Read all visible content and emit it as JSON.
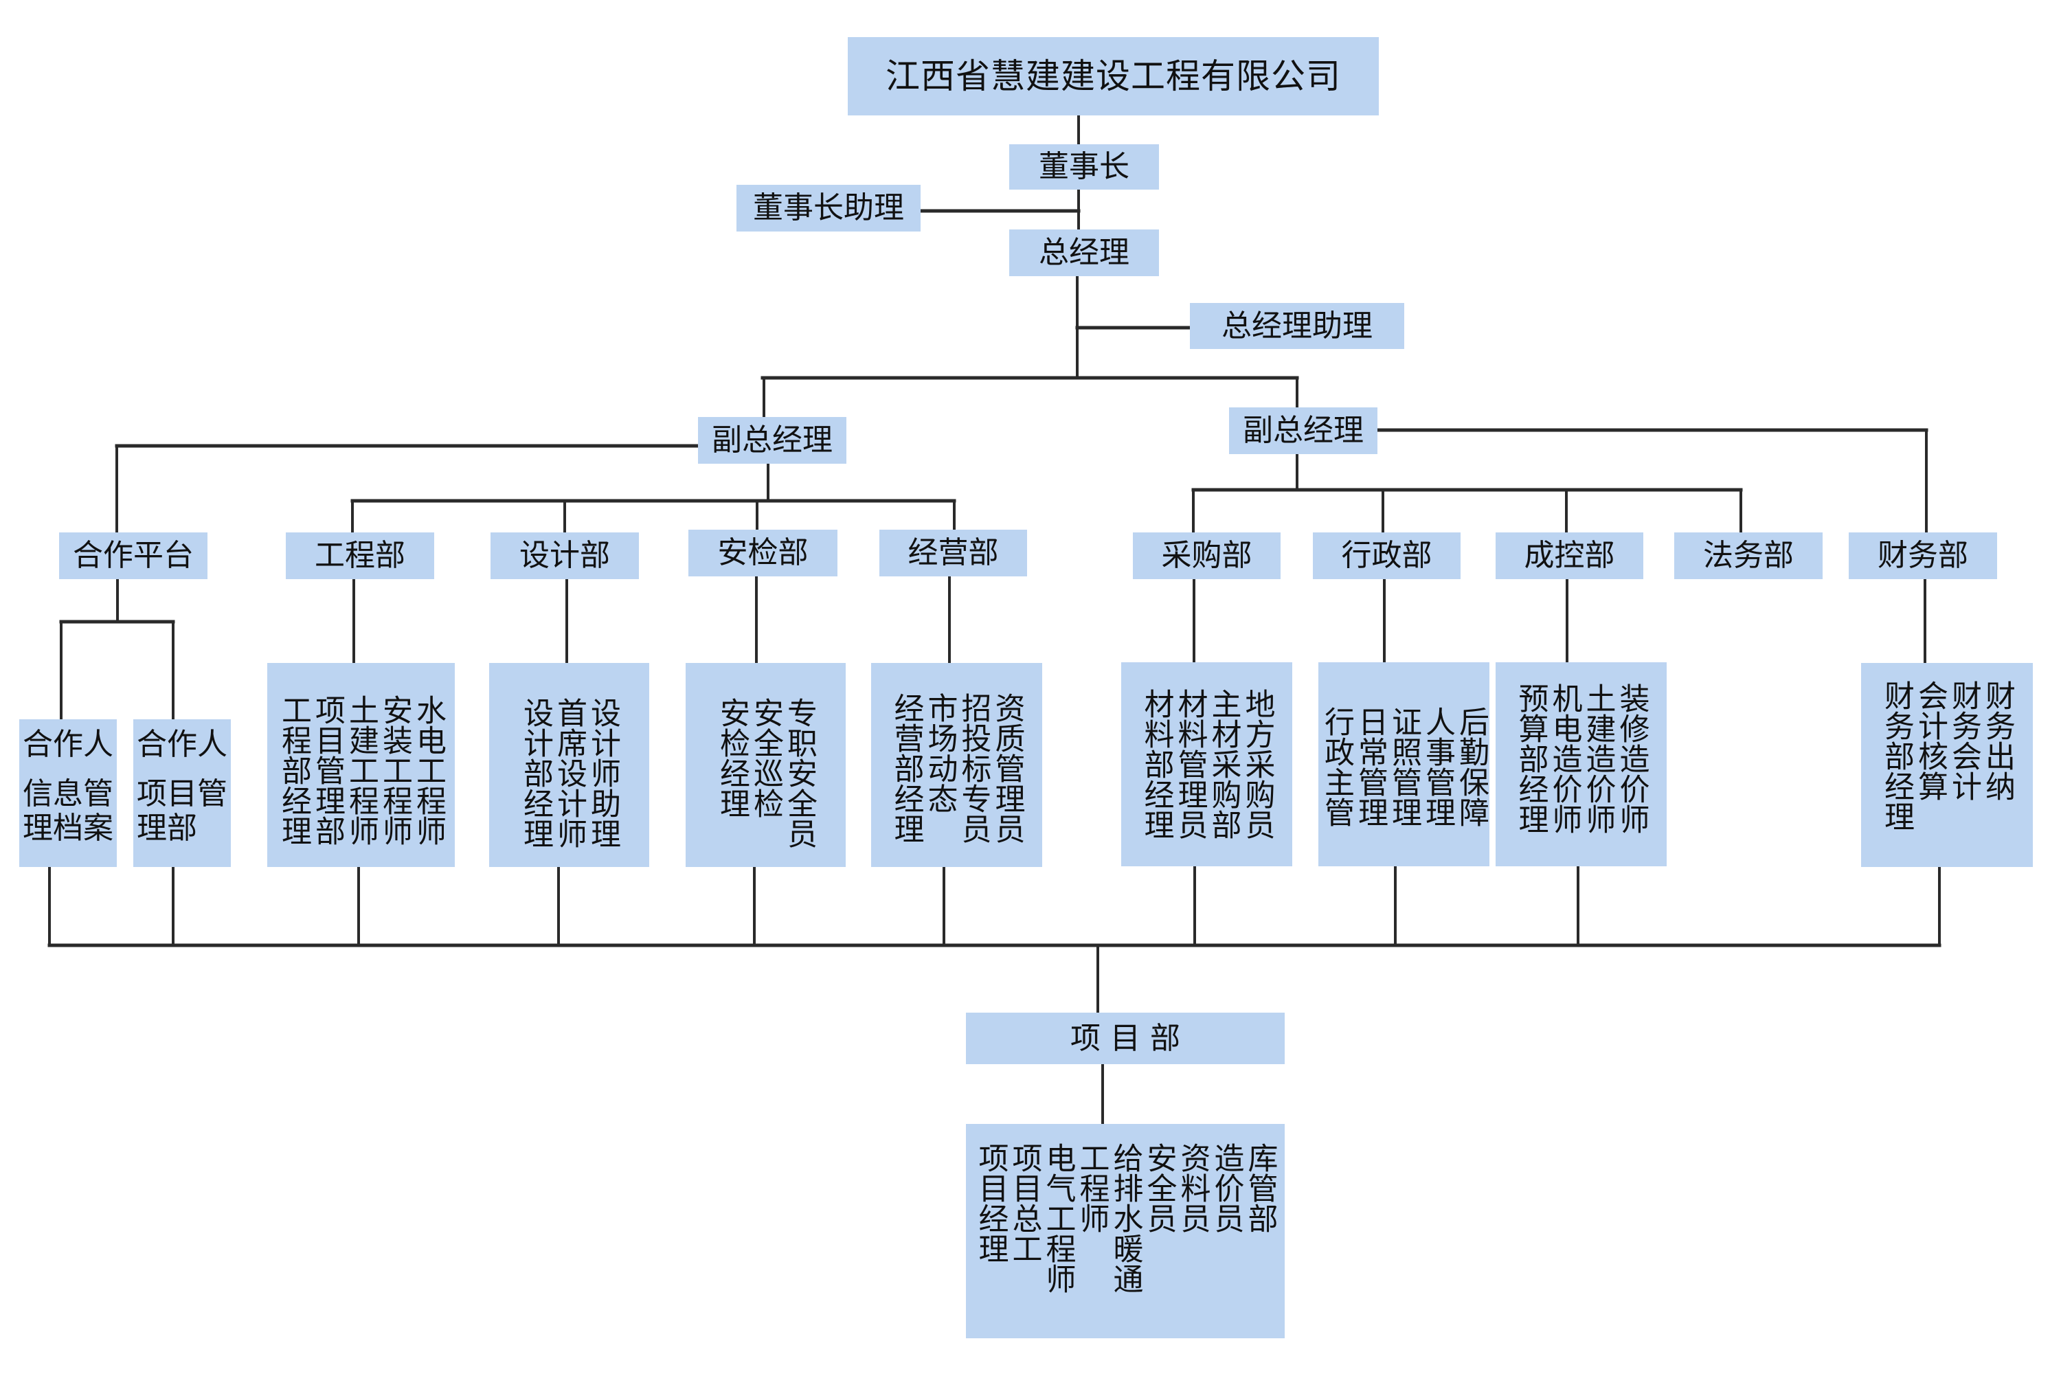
{
  "company": {
    "name": "江西省慧建建设工程有限公司"
  },
  "executives": {
    "chairman": "董事长",
    "chairman_assistant": "董事长助理",
    "general_manager": "总经理",
    "general_manager_assistant": "总经理助理",
    "deputy_general_managers": [
      "副总经理",
      "副总经理"
    ]
  },
  "departments": [
    {
      "name": "合作平台",
      "units": [
        {
          "label": "合作人",
          "text": "信息管理档案"
        },
        {
          "label": "合作人",
          "text": "项目管理部"
        }
      ]
    },
    {
      "name": "工程部",
      "roles": [
        "工程部经理",
        "项目管理部",
        "土建工程师",
        "安装工程师",
        "水电工程师"
      ]
    },
    {
      "name": "设计部",
      "roles": [
        "设计部经理",
        "首席设计师",
        "设计师助理"
      ]
    },
    {
      "name": "安检部",
      "roles": [
        "安检经理",
        "安全巡检",
        "专职安全员"
      ]
    },
    {
      "name": "经营部",
      "roles": [
        "经营部经理",
        "市场动态",
        "招投标专员",
        "资质管理员"
      ]
    },
    {
      "name": "采购部",
      "roles": [
        "材料部经理",
        "材料管理员",
        "主材采购部",
        "地方采购员"
      ]
    },
    {
      "name": "行政部",
      "roles": [
        "行政主管",
        "日常管理",
        "证照管理",
        "人事管理",
        "后勤保障"
      ]
    },
    {
      "name": "成控部",
      "roles": [
        "预算部经理",
        "机电造价师",
        "土建造价师",
        "装修造价师"
      ]
    },
    {
      "name": "法务部",
      "roles": []
    },
    {
      "name": "财务部",
      "roles": [
        "财务部经理",
        "会计核算",
        "财务会计",
        "财务出纳"
      ]
    }
  ],
  "project_department": {
    "name": "项 目 部",
    "roles": [
      "项目经理",
      "项目总工",
      "电气工程师",
      "工程师",
      "给排水暖通",
      "安全员",
      "资料员",
      "造价员",
      "库管部"
    ]
  },
  "colors": {
    "box_fill": "#bcd4f1",
    "connector_line": "#2a2a2a",
    "text": "#111111"
  }
}
